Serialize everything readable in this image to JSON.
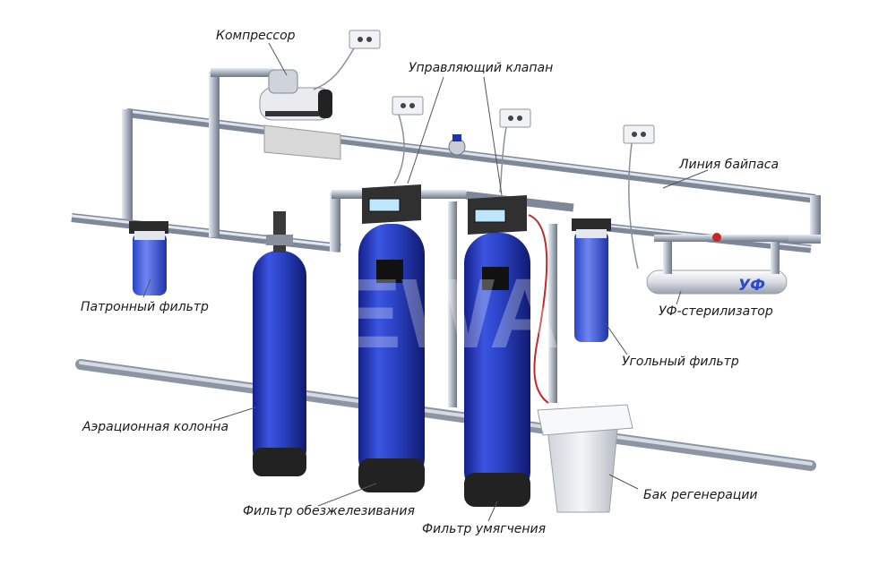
{
  "labels": {
    "compressor": "Компрессор",
    "control_valve": "Управляющий клапан",
    "bypass_line": "Линия байпаса",
    "cartridge_filter": "Патронный фильтр",
    "uv_sterilizer": "УФ-стерилизатор",
    "carbon_filter": "Угольный фильтр",
    "aeration_column": "Аэрационная колонна",
    "regen_tank": "Бак регенерации",
    "iron_filter": "Фильтр обезжелезивания",
    "softening_filter": "Фильтр умягчения"
  },
  "uv_mark": "УФ",
  "watermark": "EWA",
  "colors": {
    "tank_blue": "#2d46c8",
    "pipe": "#bfc6d2",
    "pipe_dark": "#7b8494",
    "tank_base": "#222222",
    "valve_head": "#333333",
    "screen": "#bfe6ff",
    "wire_red": "#c62828"
  }
}
